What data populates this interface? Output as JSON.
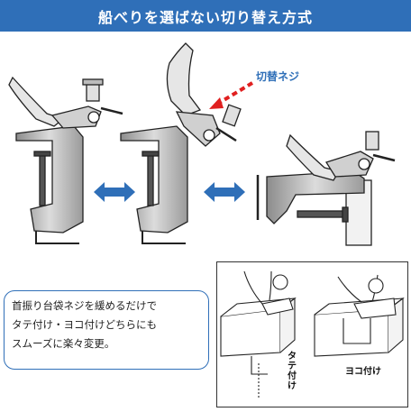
{
  "banner": {
    "title": "船べりを選ばない切り替え方式"
  },
  "callout": {
    "label": "切替ネジ"
  },
  "caption": {
    "lines": [
      "首振り台袋ネジを緩めるだけで",
      "タテ付け・ヨコ付けどちらにも",
      "スムーズに楽々変更。"
    ]
  },
  "inset": {
    "label_vertical": "タテ付け",
    "label_horizontal": "ヨコ付け"
  },
  "colors": {
    "accent": "#2f6fb8",
    "arrow_red": "#e02020",
    "metal": "#b8b8b8",
    "dark": "#333333"
  },
  "icons": [
    "double-arrow-icon",
    "double-arrow-icon",
    "red-dashed-arrow-icon"
  ]
}
